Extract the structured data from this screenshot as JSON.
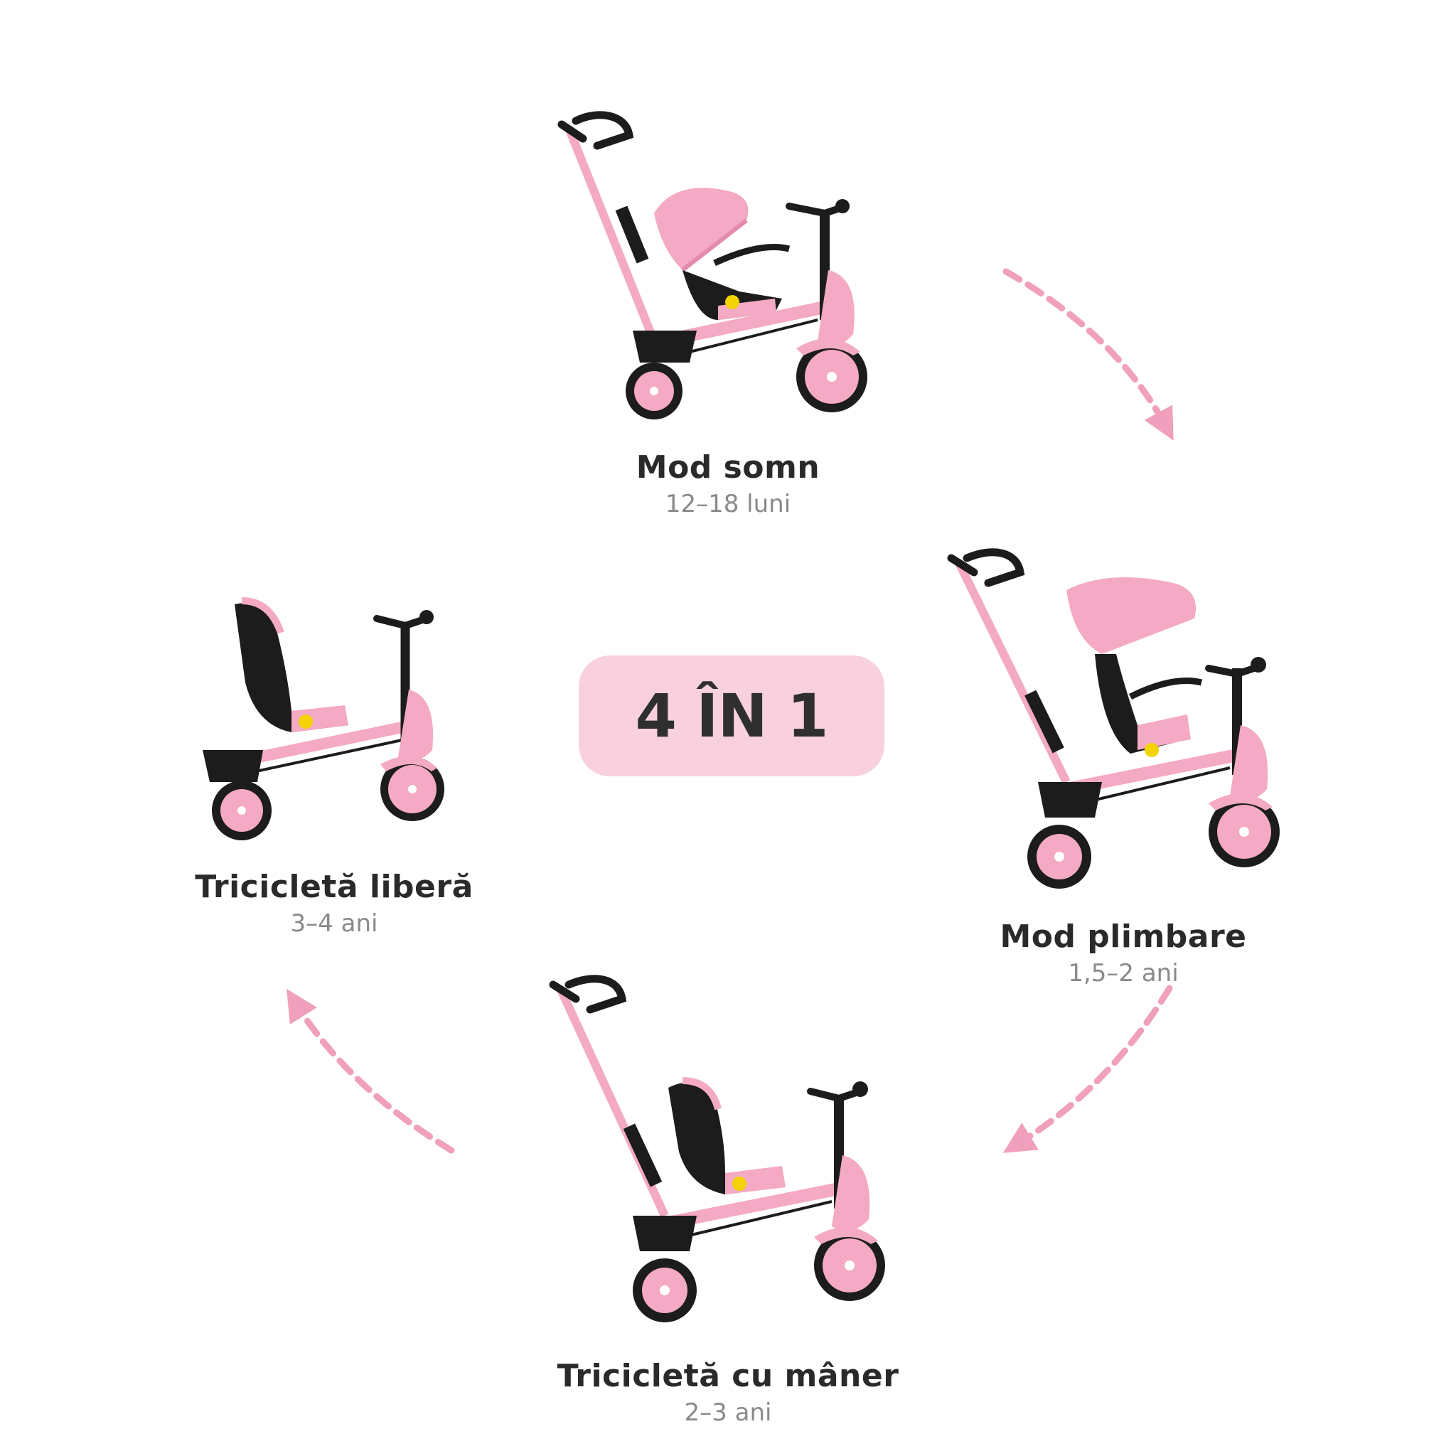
{
  "colors": {
    "pink": "#f4a9c4",
    "pink_dark": "#e48aae",
    "badge_bg": "#f8d0de",
    "badge_text": "#2f2f2f",
    "arrow": "#f0a0bd",
    "frame_black": "#1c1c1c"
  },
  "center": {
    "label": "4 ÎN 1"
  },
  "modes": [
    {
      "title": "Mod somn",
      "age": "12–18 luni"
    },
    {
      "title": "Mod plimbare",
      "age": "1,5–2 ani"
    },
    {
      "title": "Tricicletă cu mâner",
      "age": "2–3 ani"
    },
    {
      "title": "Tricicletă liberă",
      "age": "3–4 ani"
    }
  ]
}
